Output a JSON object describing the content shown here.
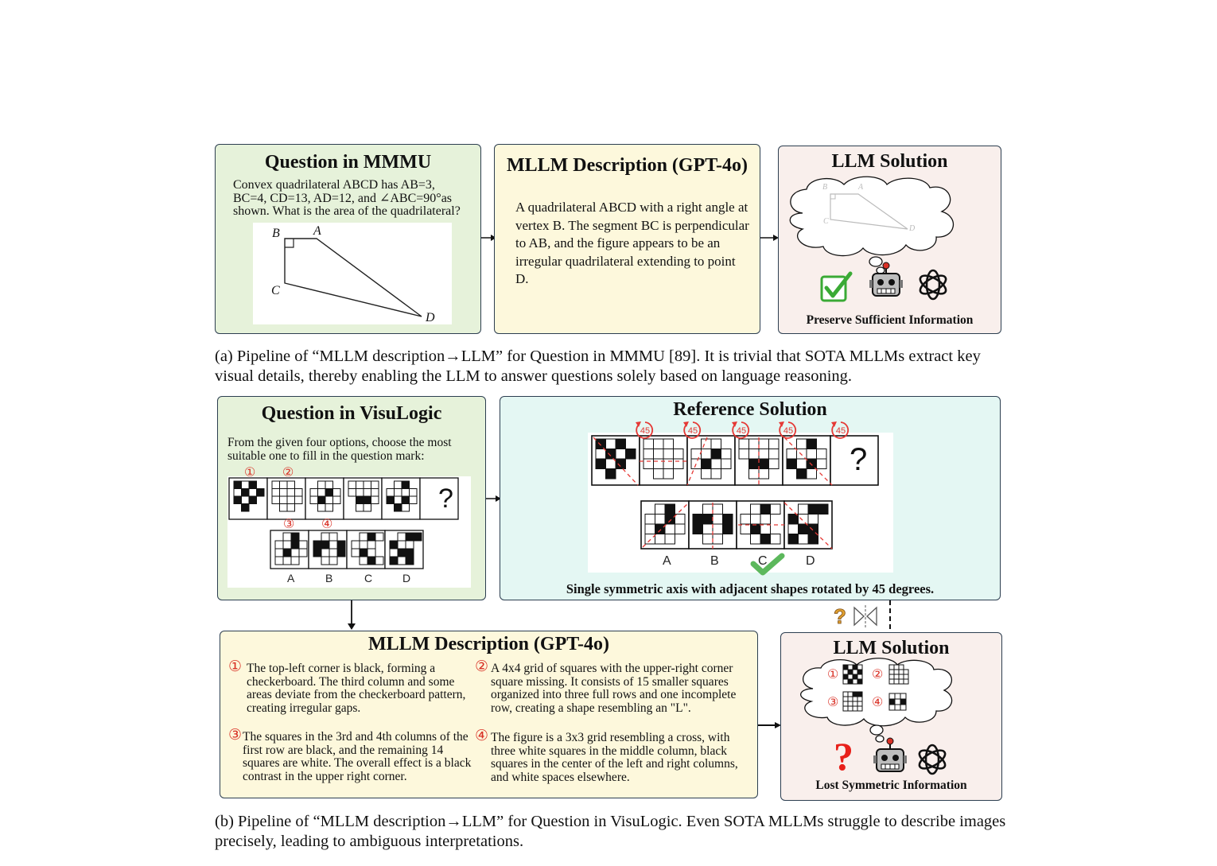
{
  "panel_a": {
    "question": {
      "title": "Question in MMMU",
      "text": "Convex quadrilateral ABCD has AB=3, BC=4, CD=13, AD=12, and ∠ABC=90°as shown. What is the area of the quadrilateral?",
      "labels": {
        "b": "B",
        "a": "A",
        "c": "C",
        "d": "D"
      }
    },
    "description": {
      "title": "MLLM Description (GPT-4o)",
      "text": "A quadrilateral ABCD with a right angle at vertex B. The segment BC is perpendicular to AB, and the figure appears to be an irregular quadrilateral extending to point D."
    },
    "solution": {
      "title": "LLM Solution",
      "footer": "Preserve Sufficient Information",
      "cloud_labels": {
        "b": "B",
        "a": "A",
        "c": "C",
        "d": "D"
      }
    },
    "caption": "(a) Pipeline of “MLLM description→LLM” for Question in MMMU [89]. It is trivial that SOTA MLLMs extract key visual details, thereby enabling the LLM to answer questions solely based on language reasoning."
  },
  "panel_b": {
    "question": {
      "title": "Question in VisuLogic",
      "text": "From the given four options, choose the most suitable one to fill in the question mark:",
      "markers": [
        "①",
        "②",
        "③",
        "④"
      ],
      "options": [
        "A",
        "B",
        "C",
        "D"
      ],
      "qmark": "?"
    },
    "reference": {
      "title": "Reference Solution",
      "rotation_label": "45",
      "options": [
        "A",
        "B",
        "C",
        "D"
      ],
      "qmark": "?",
      "footer": "Single symmetric axis with adjacent shapes rotated by 45 degrees."
    },
    "description": {
      "title": "MLLM Description (GPT-4o)",
      "items": [
        {
          "num": "①",
          "text": "The top-left corner is black, forming a checkerboard. The third column and some areas deviate from the checkerboard pattern, creating irregular gaps."
        },
        {
          "num": "②",
          "text": "A 4x4 grid of squares with the upper-right corner square missing. It consists of 15 smaller squares organized into three full rows and one incomplete row, creating a shape resembling an \"L\"."
        },
        {
          "num": "③",
          "text": "The squares in the 3rd and 4th columns of the first row are black, and the remaining 14 squares are white. The overall effect is a black contrast in the upper right corner."
        },
        {
          "num": "④",
          "text": "The figure is a 3x3 grid resembling a cross, with three white squares in the middle column, black squares in the center of the left and right columns, and white spaces elsewhere."
        }
      ]
    },
    "solution": {
      "title": "LLM Solution",
      "markers": [
        "①",
        "②",
        "③",
        "④"
      ],
      "qmark": "?",
      "footer": "Lost Symmetric Information"
    },
    "caption": "(b) Pipeline of “MLLM description→LLM” for Question in VisuLogic. Even SOTA MLLMs struggle to describe images precisely, leading to ambiguous interpretations."
  },
  "colors": {
    "green_panel": "#e6f2da",
    "yellow_panel": "#fdf8dc",
    "pink_panel": "#f9efec",
    "cyan_panel": "#e4f7f3",
    "accent_red": "#d93025",
    "check_green": "#3aaa35"
  }
}
